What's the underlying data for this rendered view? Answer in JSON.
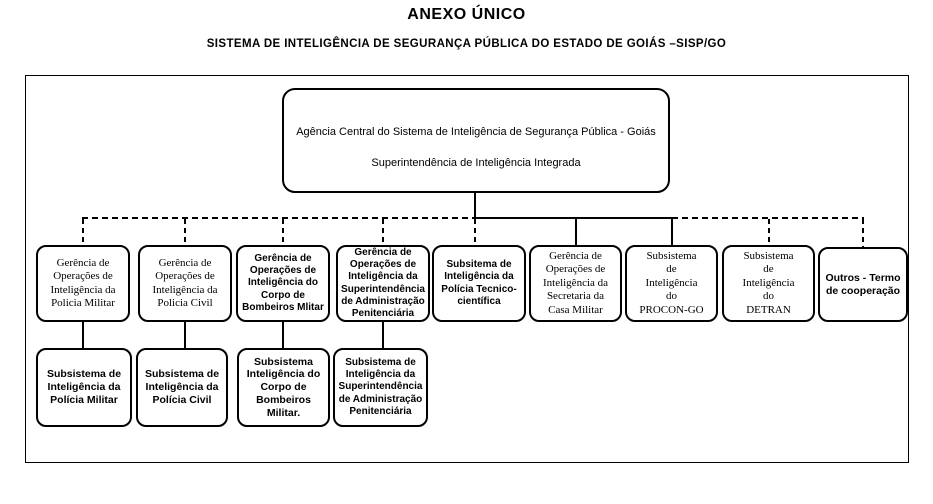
{
  "page": {
    "title": "ANEXO ÚNICO",
    "subtitle": "SISTEMA DE INTELIGÊNCIA DE SEGURANÇA PÚBLICA DO ESTADO DE GOIÁS –SISP/GO"
  },
  "org": {
    "root": {
      "line1": "Agência Central do Sistema de Inteligência de Segurança Pública - Goiás",
      "line2": "Superintendência de Inteligência Integrada"
    },
    "level1": [
      {
        "label": "Gerência de\nOperações de\nInteligência da\nPolicia Militar"
      },
      {
        "label": "Gerência de\nOperações de\nInteligência da\nPolicia Civil"
      },
      {
        "label": "Gerência de\nOperações de\nInteligência do\nCorpo de\nBombeiros Mlitar"
      },
      {
        "label": "Gerência de\nOperações de\nInteligência da\nSuperintendência\nde Administração\nPenitenciária"
      },
      {
        "label": "Subsitema de\nInteligência da\nPolícia Tecnico-\ncientífica"
      },
      {
        "label": "Gerência de\nOperações de\nInteligência da\nSecretaria da\nCasa Militar"
      },
      {
        "label": "Subsistema\nde\nInteligência\ndo\nPROCON-GO"
      },
      {
        "label": "Subsistema\nde\nInteligência\ndo\nDETRAN"
      },
      {
        "label": "Outros - Termo\nde cooperação"
      }
    ],
    "level2": [
      {
        "label": "Subsistema de\nInteligência da\nPolícia Militar"
      },
      {
        "label": "Subsistema de\nInteligência da\nPolícia Civil"
      },
      {
        "label": "Subsistema\nInteligência do\nCorpo de\nBombeiros Militar."
      },
      {
        "label": "Subsistema de\nInteligência da\nSuperintendência\nde Administração\nPenitenciária"
      }
    ]
  },
  "colors": {
    "line": "#000000",
    "background": "#ffffff"
  }
}
